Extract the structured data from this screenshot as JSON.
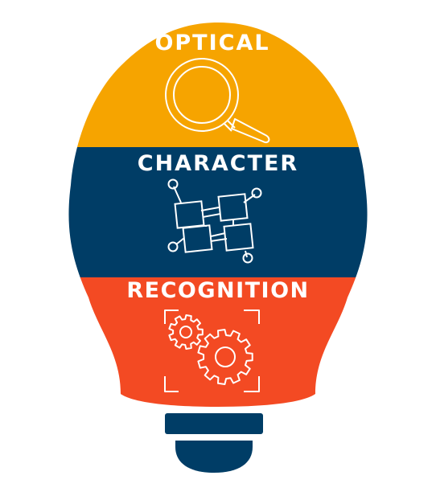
{
  "sections": [
    {
      "label": "OPTICAL",
      "icon": "magnifying-glass-icon",
      "color": "#F6A400"
    },
    {
      "label": "CHARACTER",
      "icon": "connected-blocks-icon",
      "color": "#003D66"
    },
    {
      "label": "RECOGNITION",
      "icon": "gears-icon",
      "color": "#F34A23"
    }
  ],
  "base_color": "#003D66",
  "icon_stroke_color": "#ffffff"
}
